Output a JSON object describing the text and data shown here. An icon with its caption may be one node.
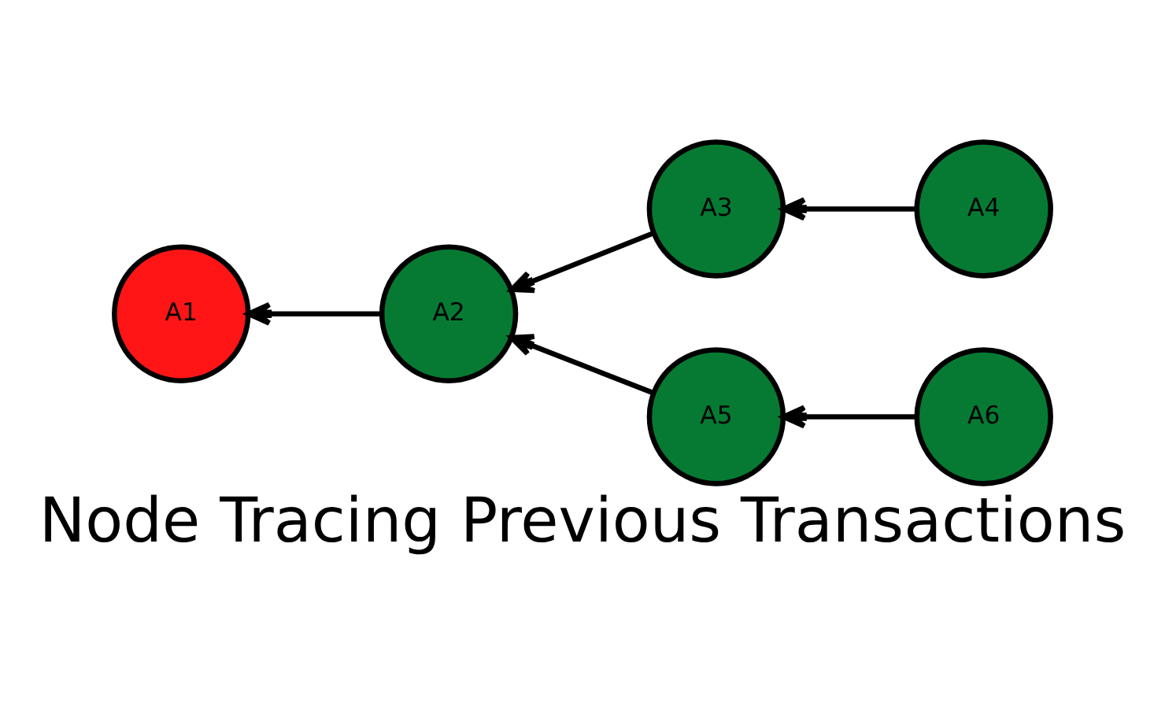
{
  "diagram": {
    "caption": "Node Tracing Previous Transactions",
    "nodes": [
      {
        "text": [
          "A1"
        ]
      },
      {
        "text": [
          "A2"
        ]
      },
      {
        "text": [
          "A3"
        ]
      },
      {
        "text": [
          "A4"
        ]
      },
      {
        "text": [
          "A5"
        ]
      },
      {
        "text": [
          "A6"
        ]
      }
    ],
    "edges": [
      {
        "from": 3,
        "to": 2,
        "arrow": "to"
      },
      {
        "from": 2,
        "to": 1,
        "arrow": "to"
      },
      {
        "from": 1,
        "to": 0,
        "arrow": "to"
      },
      {
        "from": 5,
        "to": 4,
        "arrow": "to"
      },
      {
        "from": 4,
        "to": 1,
        "arrow": "to"
      }
    ]
  }
}
